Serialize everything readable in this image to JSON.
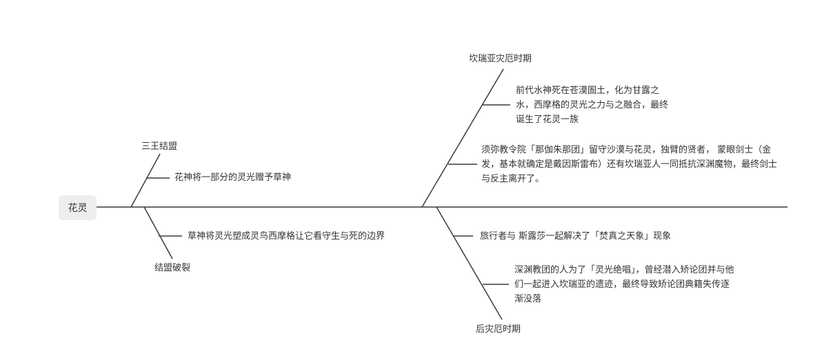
{
  "root": {
    "label": "花灵"
  },
  "branches": [
    {
      "title": "三王结盟",
      "items": [
        "花神将一部分的灵光赠予草神"
      ]
    },
    {
      "title": "结盟破裂",
      "items": [
        "草神将灵光塑成灵鸟西摩格让它看守生与死的边界"
      ]
    },
    {
      "title": "坎瑞亚灾厄时期",
      "items": [
        "前代水神死在苍漠圄土，化为甘露之水，西摩格的灵光之力与之融合，最终诞生了花灵一族",
        "须弥教令院「那伽朱那团」留守沙漠与花灵，独臂的贤者， 蒙眼剑士（金发，基本就确定是戴因斯雷布）还有坎瑞亚人一同抵抗深渊魔物，最终剑士与反主离开了。"
      ]
    },
    {
      "title": "后灾厄时期",
      "items": [
        "旅行者与 斯露莎一起解决了「焚真之天象」现象",
        "深渊教团的人为了「灵光绝唱」，曾经潜入矫论团并与他们一起进入坎瑞亚的遗迹，最终导致矫论团典籍失传逐渐没落"
      ]
    }
  ],
  "colors": {
    "line": "#3a3a3a",
    "root_bg": "#eeeeee",
    "text": "#333333"
  }
}
